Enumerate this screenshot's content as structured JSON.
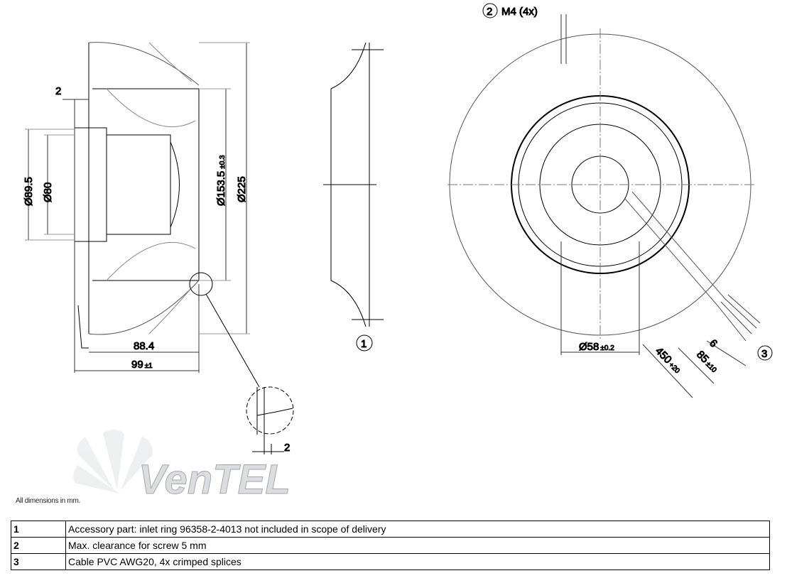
{
  "drawing": {
    "side_view": {
      "dim_clearance": "2",
      "dim_d1": "Ø89.5",
      "dim_d2": "Ø80",
      "dim_d3": "Ø153.5",
      "dim_d3_tol": "±0.3",
      "dim_d4": "Ø225",
      "dim_len1": "88.4",
      "dim_len2": "99",
      "dim_len2_tol": "±1"
    },
    "inlet_ring": {
      "callout": "1"
    },
    "detail": {
      "dim": "2"
    },
    "front_view": {
      "callout_screw": "2",
      "screw_label": "M4 (4x)",
      "dim_hub": "Ø58",
      "dim_hub_tol": "±0.2",
      "callout_cable": "3",
      "cable_len": "450",
      "cable_len_tol": "+20",
      "strip_len": "85",
      "strip_len_tol": "±10",
      "splice_len": "6"
    },
    "watermark": "VenTEL"
  },
  "note": "All dimensions in mm.",
  "legend": [
    {
      "num": "1",
      "text": "Accessory part: inlet ring 96358-2-4013 not included in scope of delivery"
    },
    {
      "num": "2",
      "text": "Max. clearance for screw 5 mm"
    },
    {
      "num": "3",
      "text": "Cable PVC AWG20, 4x crimped splices"
    }
  ]
}
